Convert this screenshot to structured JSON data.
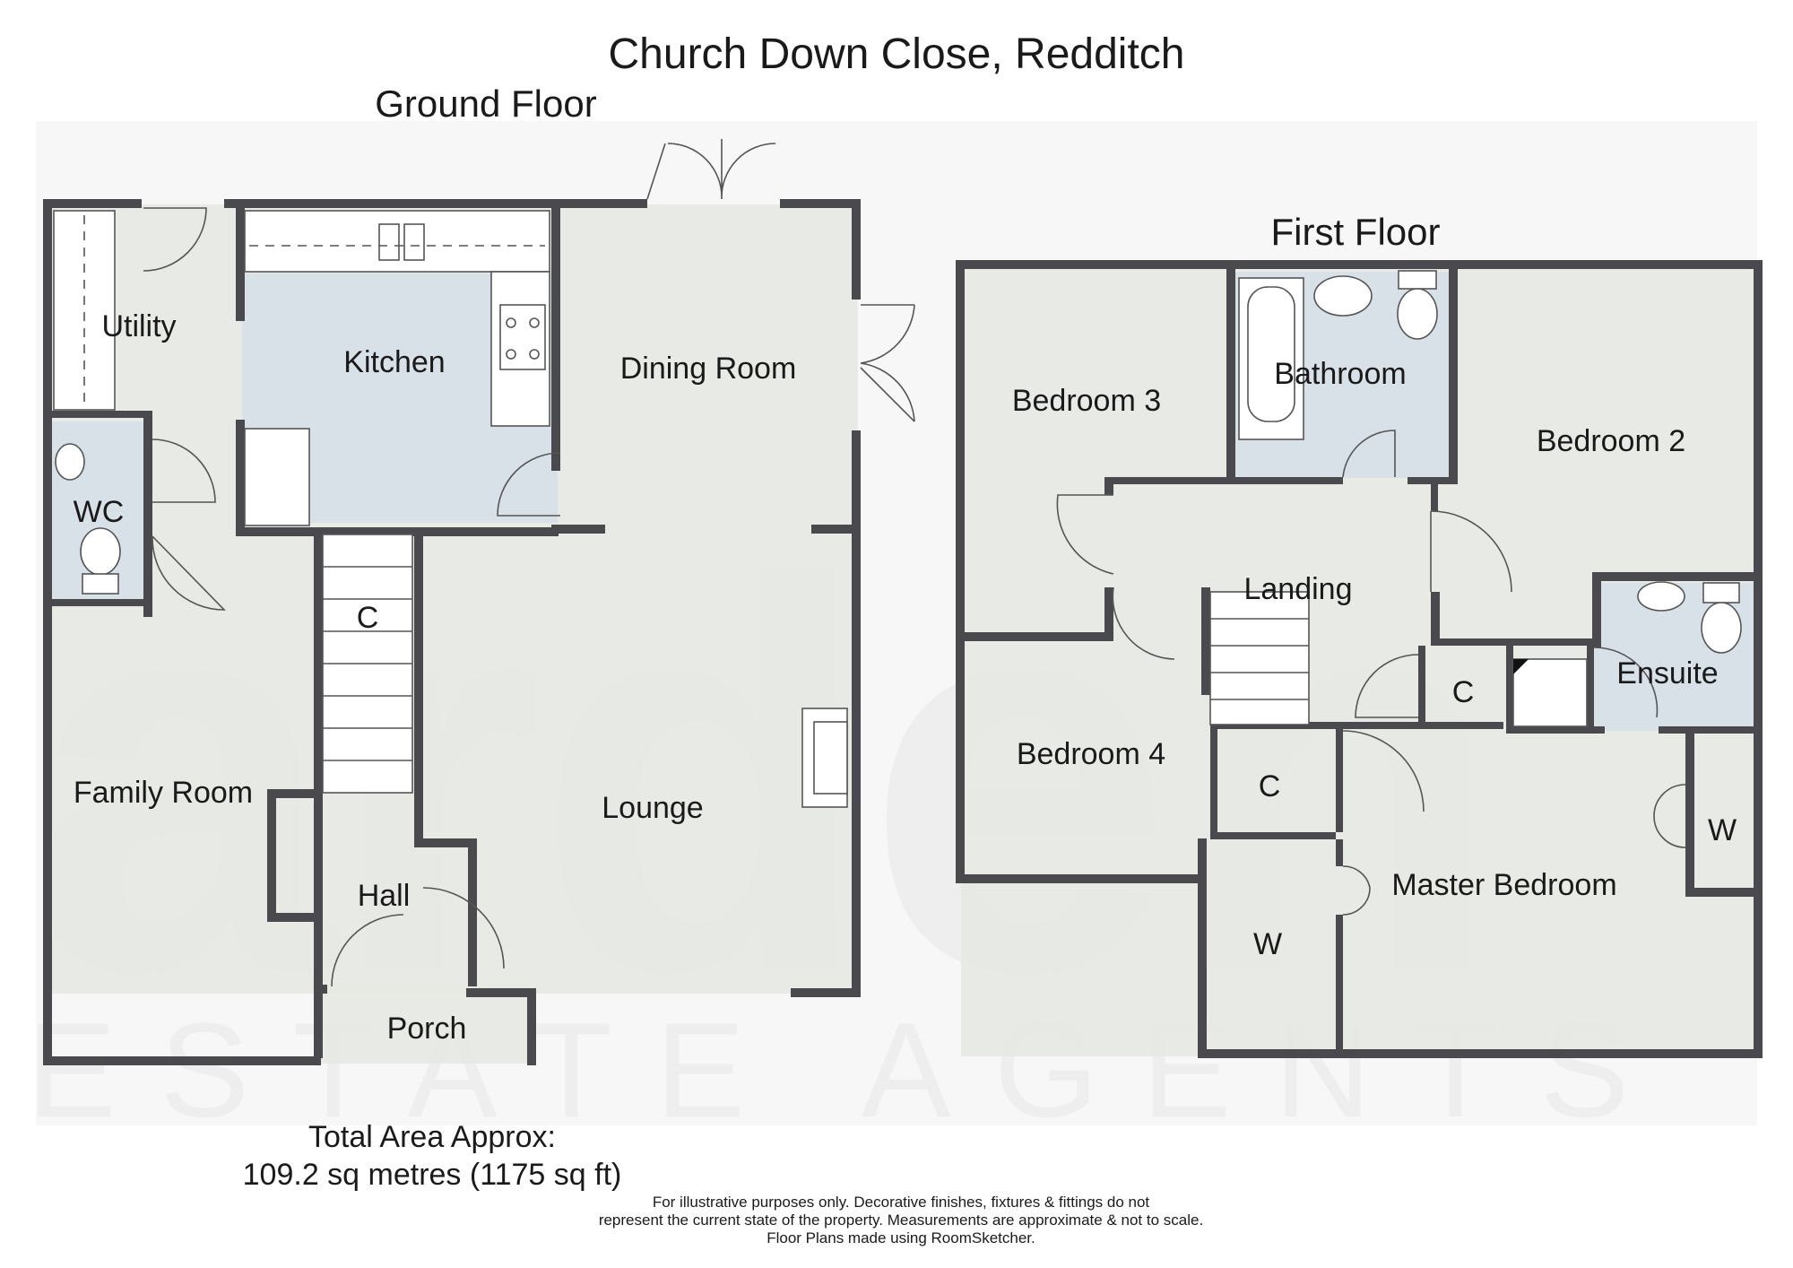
{
  "title": "Church Down Close, Redditch",
  "watermark": {
    "brand": "arden",
    "tagline": "ESTATE AGENTS"
  },
  "ground_floor": {
    "title": "Ground Floor",
    "rooms": {
      "utility": "Utility",
      "kitchen": "Kitchen",
      "dining_room": "Dining Room",
      "wc": "WC",
      "cupboard": "C",
      "family_room": "Family Room",
      "lounge": "Lounge",
      "hall": "Hall",
      "porch": "Porch"
    }
  },
  "first_floor": {
    "title": "First Floor",
    "rooms": {
      "bedroom_3": "Bedroom 3",
      "bathroom": "Bathroom",
      "bedroom_2": "Bedroom 2",
      "landing": "Landing",
      "ensuite": "Ensuite",
      "cupboard_1": "C",
      "cupboard_2": "C",
      "bedroom_4": "Bedroom 4",
      "wardrobe_1": "W",
      "wardrobe_2": "W",
      "master_bedroom": "Master Bedroom"
    }
  },
  "total_area": {
    "line1": "Total Area Approx:",
    "line2": "109.2 sq metres (1175 sq ft)"
  },
  "disclaimer": {
    "line1": "For illustrative purposes only. Decorative finishes, fixtures & fittings do not",
    "line2": "represent the current state of the property. Measurements are approximate & not to scale.",
    "line3": "Floor Plans made using RoomSketcher."
  },
  "colors": {
    "floor": "#e6e8e3",
    "wet_room": "#d8e0e8",
    "wall": "#4a4a4e",
    "watermark": "#eeeeee"
  }
}
